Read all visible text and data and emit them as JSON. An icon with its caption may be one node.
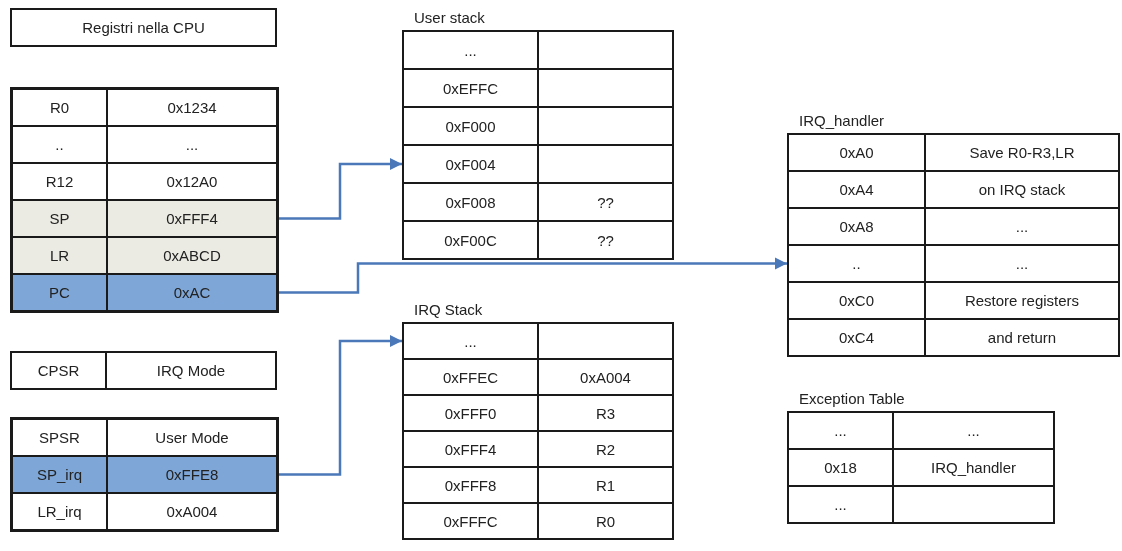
{
  "diagram": {
    "nodes": [
      {
        "text": [
          "Registri nella CPU"
        ]
      },
      {
        "text": [],
        "shape": "box"
      },
      {
        "text": [
          "R0",
          "0x1234"
        ],
        "in": 1
      },
      {
        "text": [
          "..",
          "..."
        ],
        "in": 1
      },
      {
        "text": [
          "R12",
          "0x12A0"
        ],
        "in": 1
      },
      {
        "text": [
          "SP",
          "0xFFF4"
        ],
        "in": 1
      },
      {
        "text": [
          "LR",
          "0xABCD"
        ],
        "in": 1
      },
      {
        "text": [
          "PC",
          "0xAC"
        ],
        "in": 1
      },
      {
        "text": [
          "CPSR",
          "IRQ Mode"
        ]
      },
      {
        "text": [],
        "shape": "box"
      },
      {
        "text": [
          "SPSR",
          "User Mode"
        ],
        "in": 9
      },
      {
        "text": [
          "SP_irq",
          "0xFFE8"
        ],
        "in": 9
      },
      {
        "text": [
          "LR_irq",
          "0xA004"
        ],
        "in": 9
      },
      {
        "text": [
          "User stack"
        ]
      },
      {
        "text": [
          "..."
        ],
        "in": 13
      },
      {
        "text": [
          "0xEFFC"
        ],
        "in": 13
      },
      {
        "text": [
          "0xF000"
        ],
        "in": 13
      },
      {
        "text": [
          "0xF004"
        ],
        "in": 13
      },
      {
        "text": [
          "0xF008",
          "??"
        ],
        "in": 13
      },
      {
        "text": [
          "0xF00C",
          "??"
        ],
        "in": 13
      },
      {
        "text": [
          "IRQ Stack"
        ]
      },
      {
        "text": [
          "..."
        ],
        "in": 20
      },
      {
        "text": [
          "0xFFEC",
          "0xA004"
        ],
        "in": 20
      },
      {
        "text": [
          "0xFFF0",
          "R3"
        ],
        "in": 20
      },
      {
        "text": [
          "0xFFF4",
          "R2"
        ],
        "in": 20
      },
      {
        "text": [
          "0xFFF8",
          "R1"
        ],
        "in": 20
      },
      {
        "text": [
          "0xFFFC",
          "R0"
        ],
        "in": 20
      },
      {
        "text": [
          "IRQ_handler"
        ]
      },
      {
        "text": [
          "0xA0",
          "Save R0-R3,LR"
        ],
        "in": 27
      },
      {
        "text": [
          "0xA4",
          "on IRQ stack"
        ],
        "in": 27
      },
      {
        "text": [
          "0xA8",
          "..."
        ],
        "in": 27
      },
      {
        "text": [
          "..",
          "..."
        ],
        "in": 27
      },
      {
        "text": [
          "0xC0",
          "Restore registers"
        ],
        "in": 27
      },
      {
        "text": [
          "0xC4",
          "and return"
        ],
        "in": 27
      },
      {
        "text": [
          "Exception Table"
        ]
      },
      {
        "text": [
          "...",
          "..."
        ],
        "in": 34
      },
      {
        "text": [
          "0x18",
          "IRQ_handler"
        ],
        "in": 34
      },
      {
        "text": [
          "..."
        ],
        "in": 34
      }
    ],
    "edges": [
      {
        "from": 5,
        "to": 17,
        "arrow": "to"
      },
      {
        "from": 7,
        "to": 31,
        "arrow": "to"
      },
      {
        "from": 11,
        "to": 21,
        "arrow": "to"
      }
    ]
  }
}
